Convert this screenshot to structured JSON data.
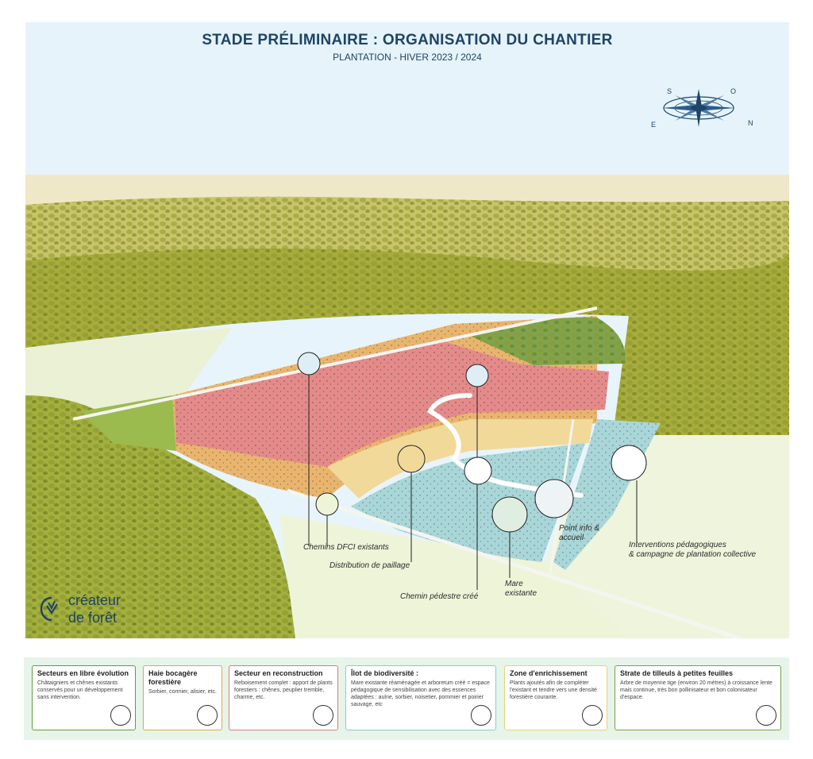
{
  "header": {
    "title": "STADE PRÉLIMINAIRE : ORGANISATION DU CHANTIER",
    "subtitle": "PLANTATION - HIVER 2023 / 2024"
  },
  "compass": {
    "labels": {
      "s": "S",
      "o": "O",
      "e": "E",
      "n": "N"
    },
    "color": "#1e4466",
    "icon": "compass-rose-icon"
  },
  "map": {
    "zone_colors": {
      "forest": "#b5b84a",
      "reconstruction": "#e58a8a",
      "hedge": "#e9b56e",
      "biodiversity": "#a9d6d8",
      "enrichment": "#f1d99a",
      "free_evolution": "#9bbb4f",
      "meadow": "#eaf1d5"
    }
  },
  "callouts": [
    {
      "id": "dfci",
      "text": "Chemins DFCI existants"
    },
    {
      "id": "paillage",
      "text": "Distribution de paillage"
    },
    {
      "id": "chemin",
      "text": "Chemin pédestre créé"
    },
    {
      "id": "mare1",
      "text": "Mare"
    },
    {
      "id": "mare2",
      "text": "existante"
    },
    {
      "id": "info1",
      "text": "Point info &"
    },
    {
      "id": "info2",
      "text": "accueil"
    },
    {
      "id": "inter1",
      "text": "Interventions pédagogiques"
    },
    {
      "id": "inter2",
      "text": "& campagne de plantation collective"
    }
  ],
  "logo": {
    "line1": "créateur",
    "line2": "de forêt"
  },
  "legend": [
    {
      "title": "Secteurs en libre évolution",
      "text": "Châtaigniers et chênes existants conservés pour un développement sans intervention.",
      "color": "#6a9a3a",
      "icon": "tree-cluster-icon"
    },
    {
      "title": "Haie bocagère forestière",
      "text": "Sorbier, cormier, alisier, etc.",
      "color": "#e3a54d",
      "icon": "hedge-icon"
    },
    {
      "title": "Secteur en reconstruction",
      "text": "Reboisement complet : apport de plants forestiers : chênes, peuplier tremble, charme, etc.",
      "color": "#e07a7a",
      "icon": "reforestation-icon"
    },
    {
      "title": "Îlot de biodiversité :",
      "text": "Mare existante réaménagée et arboretum créé = espace pédagogique de sensibilisation avec des essences adaptées : aulne, sorbier, noisetier, pommier et poirier sauvage, etc",
      "color": "#8ccbd0",
      "icon": "pond-icon"
    },
    {
      "title": "Zone d'enrichissement",
      "text": "Plants ajoutés afin de compléter l'existant et tendre vers une densité forestière courante.",
      "color": "#e8d27a",
      "icon": "enrichment-icon"
    },
    {
      "title": "Strate de tilleuls à petites feuilles",
      "text": "Arbre de moyenne tige (environ 20 mètres) à croissance lente mais continue, très bon pollinisateur et bon colonisateur d'espace.",
      "color": "#7aa04a",
      "icon": "linden-row-icon"
    }
  ]
}
